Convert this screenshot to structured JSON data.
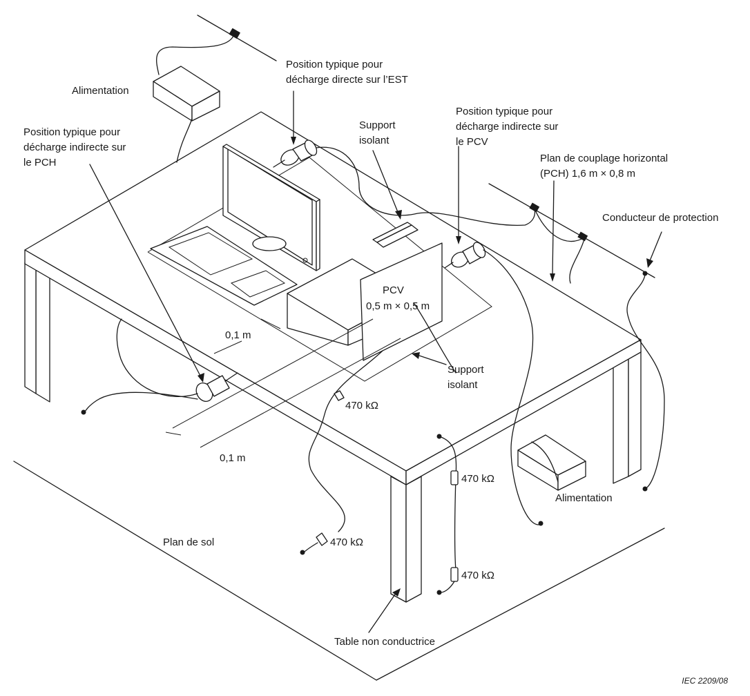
{
  "labels": {
    "alimentation_top": "Alimentation",
    "direct_line1": "Position typique pour",
    "direct_line2": "décharge directe sur l’EST",
    "pch_pos_line1": "Position typique pour",
    "pch_pos_line2": "décharge indirecte sur",
    "pch_pos_line3": "le PCH",
    "support_top_line1": "Support",
    "support_top_line2": "isolant",
    "pcv_pos_line1": "Position typique pour",
    "pcv_pos_line2": "décharge indirecte sur",
    "pcv_pos_line3": "le PCV",
    "pch_line1": "Plan de couplage horizontal",
    "pch_line2": "(PCH) 1,6 m × 0,8 m",
    "protection": "Conducteur de protection",
    "pcv_title": "PCV",
    "pcv_size": "0,5 m × 0,5 m",
    "dist_top": "0,1 m",
    "dist_bottom": "0,1 m",
    "support_bot_line1": "Support",
    "support_bot_line2": "isolant",
    "res_1": "470 kΩ",
    "res_2": "470 kΩ",
    "res_3": "470 kΩ",
    "res_4": "470 kΩ",
    "alimentation_bottom": "Alimentation",
    "ground": "Plan de sol",
    "table": "Table non conductrice",
    "figure_ref": "IEC  2209/08"
  }
}
